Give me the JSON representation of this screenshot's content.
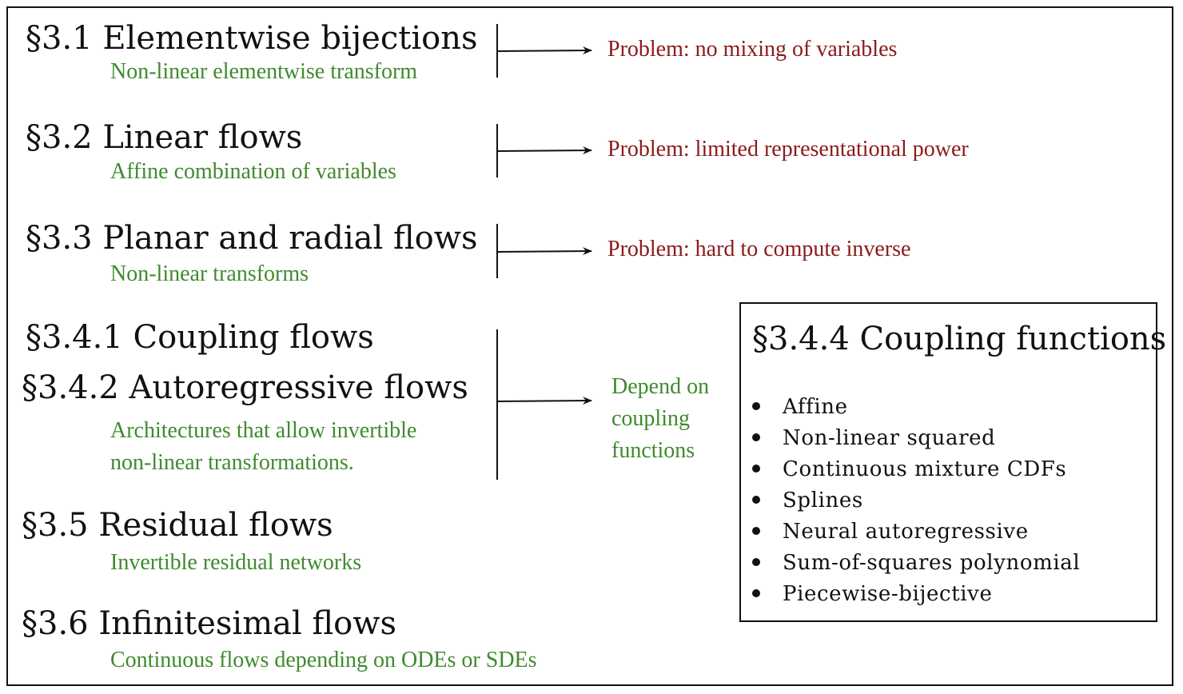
{
  "sections": [
    {
      "heading": "§3.1 Elementwise bijections",
      "subtitle": "Non-linear elementwise transform",
      "problem": "Problem: no mixing of variables"
    },
    {
      "heading": "§3.2 Linear flows",
      "subtitle": "Affine combination of variables",
      "problem": "Problem: limited representational power"
    },
    {
      "heading": "§3.3 Planar and radial flows",
      "subtitle": "Non-linear transforms",
      "problem": "Problem:  hard to compute inverse"
    },
    {
      "heading": "§3.4.1 Coupling flows"
    },
    {
      "heading": "§3.4.2 Autoregressive flows",
      "subtitle_lines": [
        "Architectures that allow invertible",
        "non-linear transformations."
      ],
      "note_lines": [
        "Depend on",
        "coupling",
        "functions"
      ]
    },
    {
      "heading": "§3.5 Residual flows",
      "subtitle": "Invertible residual networks"
    },
    {
      "heading": "§3.6 Infinitesimal flows",
      "subtitle": "Continuous flows depending on ODEs or SDEs"
    }
  ],
  "coupling_functions": {
    "title": "§3.4.4 Coupling functions",
    "items": [
      "Affine",
      "Non-linear squared",
      "Continuous mixture CDFs",
      "Splines",
      "Neural autoregressive",
      "Sum-of-squares polynomial",
      "Piecewise-bijective"
    ]
  },
  "colors": {
    "heading": "#111111",
    "subtitle": "#3f8a2e",
    "problem": "#8b1a1a"
  }
}
